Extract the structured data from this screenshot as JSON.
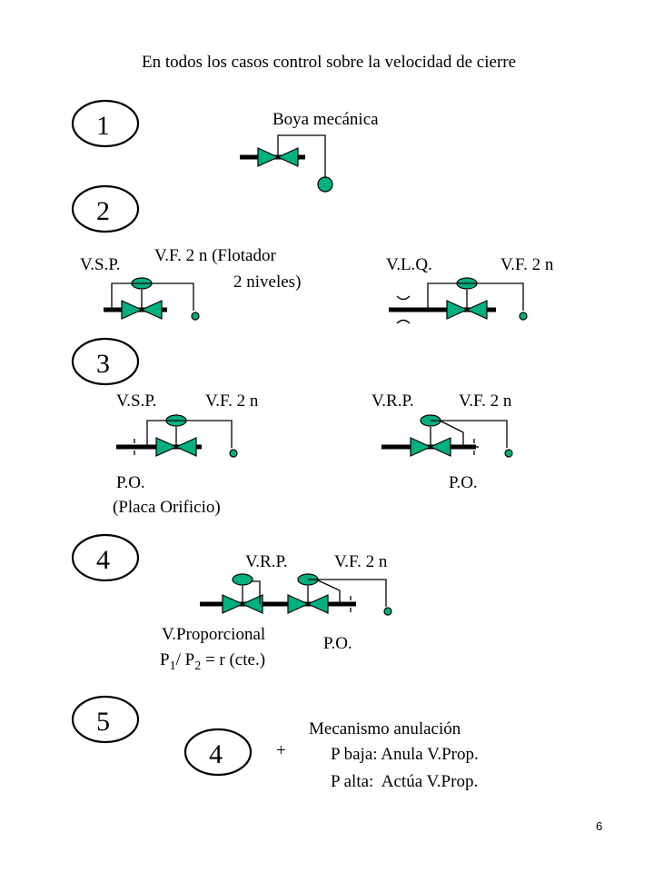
{
  "title": "En todos los casos control sobre la velocidad de cierre",
  "page_number": "6",
  "steps": [
    "1",
    "2",
    "3",
    "4",
    "5"
  ],
  "case1": {
    "label": "Boya mecánica"
  },
  "case2": {
    "vsp": "V.S.P.",
    "vf_line1": "V.F. 2 n (Flotador",
    "vf_line2": "2 niveles)",
    "vlq": "V.L.Q.",
    "vf2": "V.F. 2 n"
  },
  "case3": {
    "vsp": "V.S.P.",
    "vf_left": "V.F. 2 n",
    "vrp": "V.R.P.",
    "vf_right": "V.F. 2 n",
    "po_left": "P.O.",
    "po_left_desc": "(Placa Orificio)",
    "po_right": "P.O."
  },
  "case4": {
    "vrp": "V.R.P.",
    "vf": "V.F. 2 n",
    "vprop": "V.Proporcional",
    "ratio_p1": "P",
    "ratio_sub1": "1",
    "ratio_mid": "/ P",
    "ratio_sub2": "2",
    "ratio_end": " = r (cte.)",
    "po": "P.O."
  },
  "case5": {
    "ref": "4",
    "plus": "+",
    "mech_title": "Mecanismo anulación",
    "mech_low": "P baja: Anula V.Prop.",
    "mech_high": "P alta:  Actúa V.Prop."
  },
  "colors": {
    "valve": "#00b07f",
    "stroke": "#000000"
  }
}
